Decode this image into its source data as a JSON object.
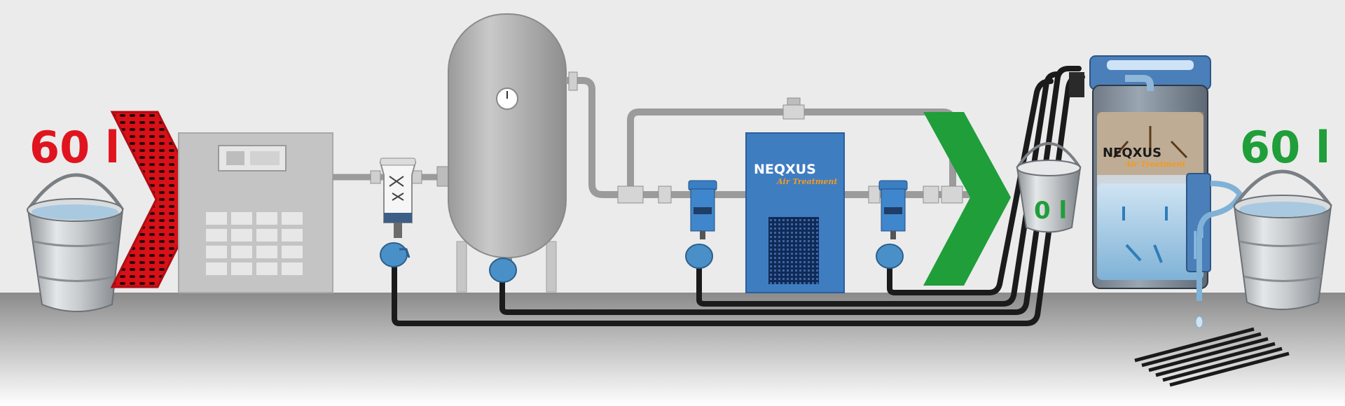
{
  "labels": {
    "inlet_volume": "60 l",
    "bucket_mid_volume": "0 l",
    "outlet_volume": "60 l"
  },
  "brand": {
    "name": "NEQXUS",
    "tagline": "Air Treatment"
  },
  "colors": {
    "inlet_red": "#e0141e",
    "clean_green": "#1f9e3a",
    "brand_blue": "#3f7dc1",
    "brand_orange": "#f39a1e",
    "drain_line": "#1b1b1b"
  },
  "icons": [
    "inlet-bucket-icon",
    "red-chevron-icon",
    "compressor-icon",
    "cyclone-separator-icon",
    "air-receiver-tank-icon",
    "filter-icon",
    "refrigerant-dryer-icon",
    "green-chevron-icon",
    "empty-bucket-icon",
    "oil-water-separator-icon",
    "outlet-bucket-icon",
    "drain-grate-icon",
    "drain-valve-icon"
  ]
}
